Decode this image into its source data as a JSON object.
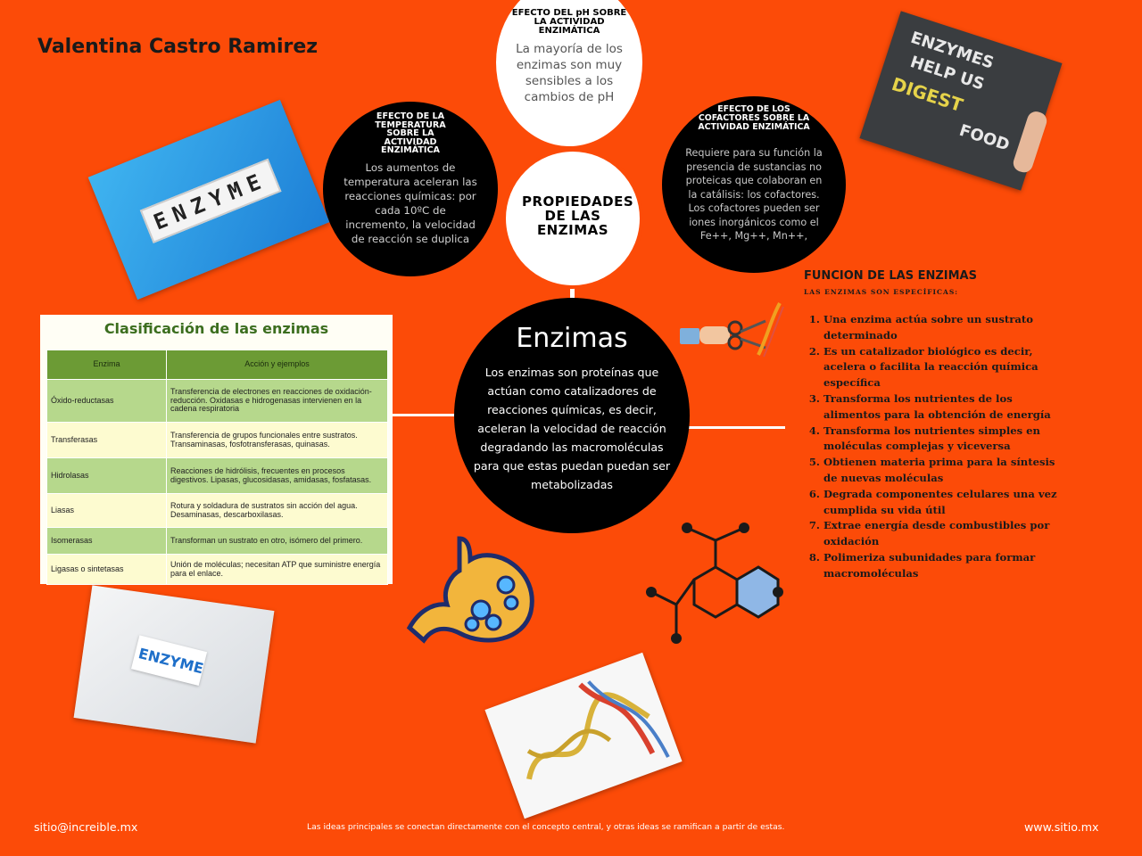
{
  "author": "Valentina Castro Ramirez",
  "center": {
    "title": "Enzimas",
    "body": "Los enzimas son proteínas que actúan como catalizadores de reacciones químicas,  es decir, aceleran la velocidad de reacción degradando las macromoléculas para que estas puedan  puedan ser metabolizadas"
  },
  "properties": {
    "title": "PROPIEDADES DE LAS ENZIMAS"
  },
  "ph": {
    "title": "EFECTO DEL pH SOBRE LA ACTIVIDAD ENZIMÁTICA",
    "body": "La mayoría de los enzimas son muy sensibles a los cambios de pH"
  },
  "temperature": {
    "title": "EFECTO DE LA TEMPERATURA SOBRE LA ACTIVIDAD ENZIMÁTICA",
    "body": "Los aumentos de temperatura aceleran las reacciones químicas: por cada 10ºC de incremento, la velocidad de reacción se duplica"
  },
  "cofactors": {
    "title": "EFECTO DE LOS COFACTORES SOBRE LA ACTIVIDAD ENZIMÁTICA",
    "body": "Requiere para su función la presencia de sustancias no proteicas que colaboran en la catálisis: los cofactores. Los cofactores pueden ser iones inorgánicos como el Fe++, Mg++, Mn++,"
  },
  "functions": {
    "title": "FUNCION DE LAS ENZIMAS",
    "subtitle": "LAS ENZIMAS SON ESPECÍFICAS:",
    "items": [
      "Una enzima actúa sobre un sustrato determinado",
      "Es un catalizador biológico es decir, acelera o facilita la reacción  química específica",
      "Transforma los nutrientes de los alimentos para la obtención de energía",
      "Transforma los nutrientes simples en moléculas complejas y viceversa",
      "Obtienen materia prima para la síntesis de nuevas moléculas",
      "Degrada componentes celulares una vez cumplida su vida útil",
      "Extrae energía desde combustibles por oxidación",
      "Polimeriza subunidades para formar macromoléculas"
    ]
  },
  "classification": {
    "title": "Clasificación de las enzimas",
    "headers": [
      "Enzima",
      "Acción y ejemplos"
    ],
    "rows": [
      [
        "Óxido-reductasas",
        "Transferencia de electrones en reacciones de oxidación-reducción. Oxidasas e hidrogenasas intervienen en la cadena respiratoria"
      ],
      [
        "Transferasas",
        "Transferencia de grupos funcionales entre sustratos. Transaminasas, fosfotransferasas, quinasas."
      ],
      [
        "Hidrolasas",
        "Reacciones de hidrólisis, frecuentes en procesos digestivos. Lipasas, glucosidasas, amidasas, fosfatasas."
      ],
      [
        "Liasas",
        "Rotura y soldadura de sustratos sin acción del agua. Desaminasas, descarboxilasas."
      ],
      [
        "Isomerasas",
        "Transforman un sustrato en otro, isómero del primero."
      ],
      [
        "Ligasas o sintetasas",
        "Unión de moléculas; necesitan ATP que suministre energía para el enlace."
      ]
    ]
  },
  "photos": {
    "enzyme_cubes": "ENZYME",
    "enzyme_card": "ENZYME",
    "chalkboard": [
      "ENZYMES",
      "HELP US",
      "DIGEST",
      "FOOD"
    ]
  },
  "footer": {
    "email": "sitio@increible.mx",
    "note": "Las ideas principales se conectan directamente con el concepto central, y otras ideas se ramifican a partir de estas.",
    "site": "www.sitio.mx"
  }
}
